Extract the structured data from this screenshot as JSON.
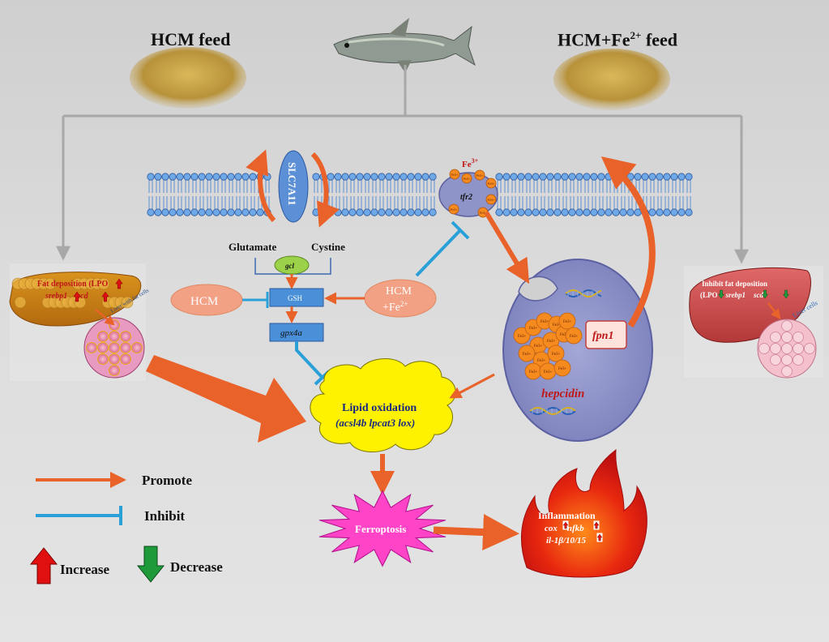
{
  "feeds": {
    "left_label": "HCM feed",
    "right_label_main": "HCM+Fe",
    "right_label_sup": "2+",
    "right_label_tail": " feed"
  },
  "membrane": {
    "transporter": "SLC7A11",
    "glutamate": "Glutamate",
    "cystine": "Cystine",
    "fe_main": "Fe",
    "fe_sup": "3+",
    "receptor": "tfr2",
    "particle_label": "Fe3+"
  },
  "pathway": {
    "gcl": "gcl",
    "gsh": "GSH",
    "gpx4a": "gpx4a",
    "hcm": "HCM",
    "hcm_fe_line1": "HCM",
    "hcm_fe_line2_main": "+Fe",
    "hcm_fe_line2_sup": "2+"
  },
  "cell": {
    "fpn1": "fpn1",
    "hepcidin": "hepcidin",
    "particle_label": "Fe3+"
  },
  "lipid": {
    "title": "Lipid oxidation",
    "genes": "(acsl4b lpcat3 lox)"
  },
  "ferroptosis": "Ferroptosis",
  "inflammation": {
    "title": "Inflammation",
    "genes1a": "cox",
    "genes1b": "nfkb",
    "genes2": "il-1β/10/15"
  },
  "left_liver": {
    "line1": "Fat deposition (LPO",
    "line2a": "srebp1",
    "line2b": "scd",
    "cells": "Liver with fat cells"
  },
  "right_liver": {
    "line1": "Inhibit fat deposition",
    "line2a": "(LPO",
    "line2b": "srebp1",
    "line2c": "scd",
    "cells": "Liver cells"
  },
  "legend": {
    "promote": "Promote",
    "inhibit": "Inhibit",
    "increase": "Increase",
    "decrease": "Decrease"
  },
  "colors": {
    "promote": "#e8622a",
    "inhibit": "#2aa0d8",
    "increase": "#e01010",
    "decrease": "#1f9a3a",
    "membrane": "#5b8fd6",
    "cell": "#8f94c8",
    "lipid": "#fff200",
    "ferroptosis": "#ff44c8",
    "feed": "#c8a34a"
  }
}
